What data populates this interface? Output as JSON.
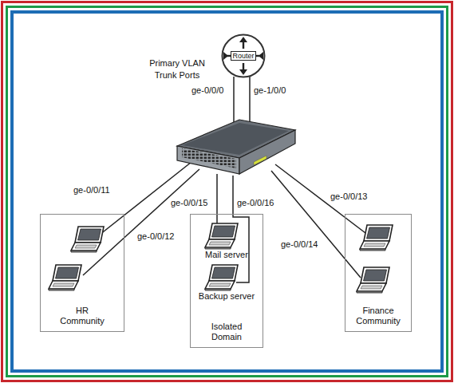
{
  "diagram": {
    "nodes": [
      {
        "text": [
          "Router"
        ]
      },
      {
        "text": [
          "HR Community"
        ]
      },
      {
        "text": [
          "Isolated Domain"
        ]
      },
      {
        "text": [
          "Mail server"
        ],
        "in": 2
      },
      {
        "text": [
          "Backup server"
        ],
        "in": 2
      },
      {
        "text": [
          "Finance Community"
        ]
      }
    ],
    "labels": [
      "Primary VLAN Trunk Ports",
      "ge-0/0/0",
      "ge-1/0/0",
      "ge-0/0/11",
      "ge-0/0/12",
      "ge-0/0/15",
      "ge-0/0/16",
      "ge-0/0/13",
      "ge-0/0/14"
    ]
  }
}
